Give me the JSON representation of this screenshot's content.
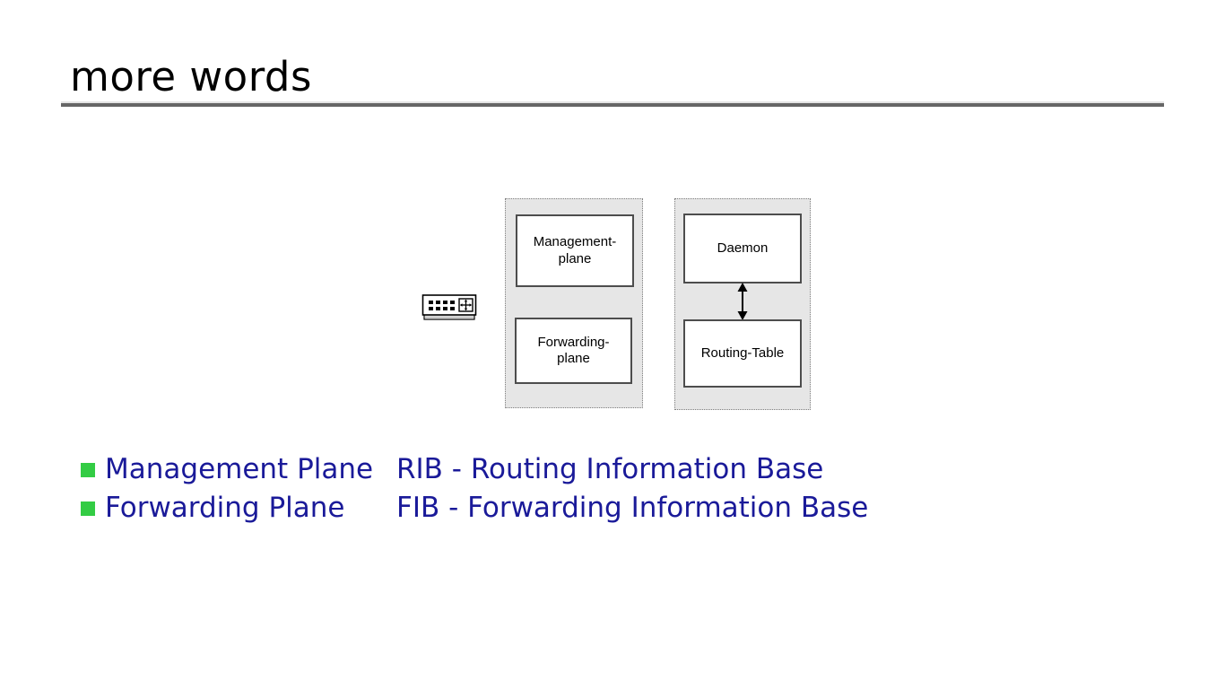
{
  "slide": {
    "title": "more words",
    "has_title_rule": true,
    "background_color": "#ffffff",
    "title_color": "#000000",
    "rule_color": "#666666"
  },
  "diagram": {
    "device_icon": "router-switch-icon",
    "groups": [
      {
        "name": "planes-group",
        "boxes": [
          {
            "label": "Management-\nplane",
            "name": "management-plane"
          },
          {
            "label": "Forwarding-\nplane",
            "name": "forwarding-plane"
          }
        ]
      },
      {
        "name": "control-group",
        "boxes": [
          {
            "label": "Daemon",
            "name": "daemon"
          },
          {
            "label": "Routing-Table",
            "name": "routing-table"
          }
        ],
        "connector": {
          "name": "double-headed-arrow",
          "from": "daemon",
          "to": "routing-table",
          "direction": "bidirectional"
        }
      }
    ],
    "group_fill": "#e6e6e6",
    "group_border": "#808080",
    "box_fill": "#ffffff",
    "box_border": "#4d4d4d",
    "box_text_color": "#000000"
  },
  "legend": {
    "bullet_color": "#33cc44",
    "text_color": "#1a1a99",
    "rows": [
      {
        "bullet_label": "Management Plane",
        "expansion": "RIB - Routing Information Base"
      },
      {
        "bullet_label": "Forwarding Plane",
        "expansion": "FIB - Forwarding Information Base"
      }
    ]
  }
}
